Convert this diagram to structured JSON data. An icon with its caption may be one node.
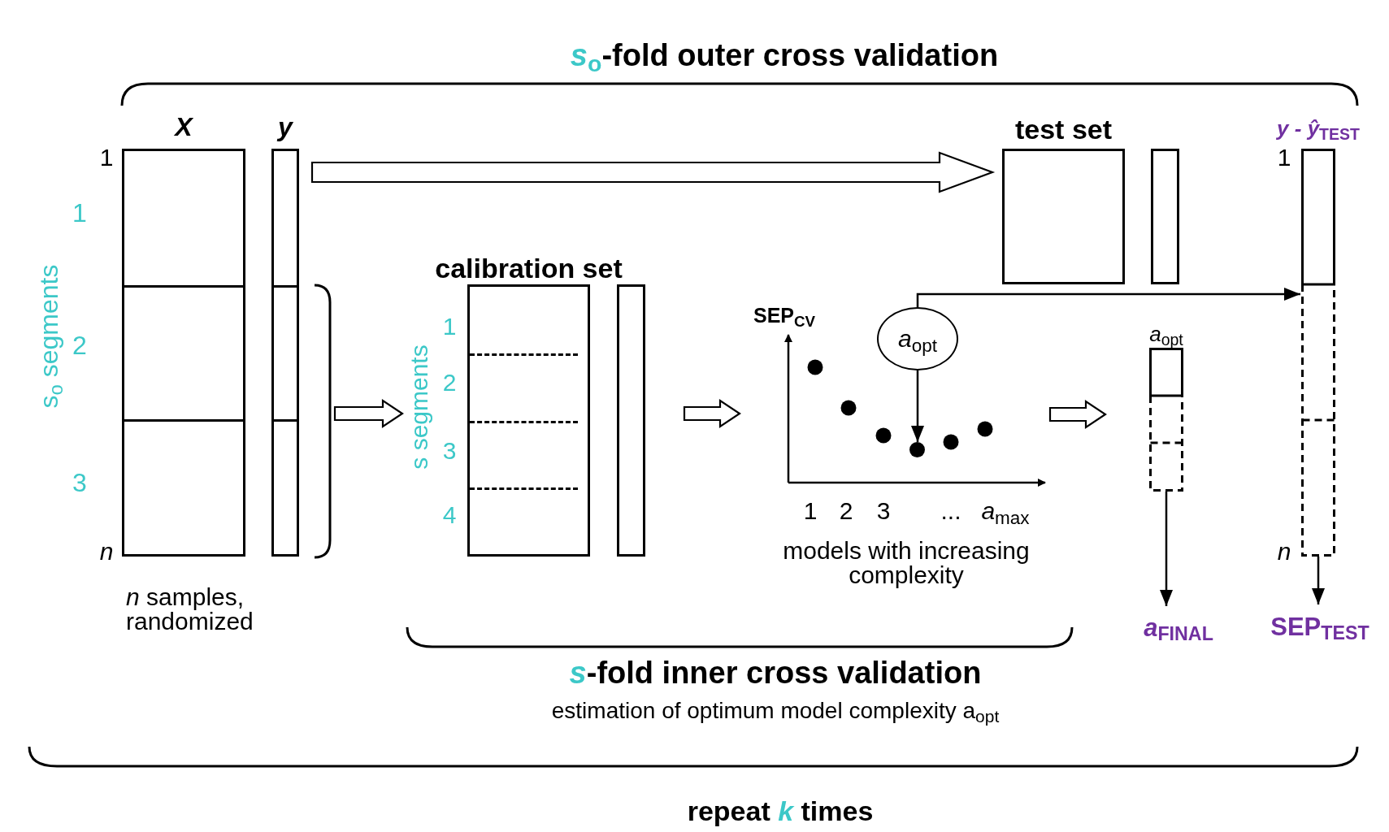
{
  "diagram": {
    "title": "*s*$_{o}$-fold outer cross validation",
    "nodes": [
      {
        "text": [
          "X"
        ]
      },
      {
        "text": [
          "y"
        ]
      },
      {
        "text": [
          "calibration set"
        ]
      },
      {
        "text": [],
        "shape": "box"
      },
      {
        "text": [
          "test set"
        ]
      },
      {
        "text": [],
        "shape": "box"
      },
      {
        "text": [
          "SEP$_{CV}$"
        ]
      },
      {
        "text": [
          "*a*$_{opt}$"
        ],
        "in": 6
      },
      {
        "text": [],
        "shape": "circle",
        "in": 6
      },
      {
        "text": [
          "*a*$_{opt}$"
        ]
      },
      {
        "text": [
          "*a*$_{FINAL}$"
        ]
      },
      {
        "text": [
          "*y - ŷ*$_{TEST}$"
        ]
      },
      {
        "text": [
          "SEP$_{TEST}$"
        ]
      }
    ],
    "edges": [
      {
        "from": 1,
        "to": 4,
        "arrow": "to",
        "style": "thick"
      },
      {
        "from": 1,
        "to": 2,
        "arrow": "to",
        "style": "thick"
      },
      {
        "from": 3,
        "to": 6,
        "arrow": "to",
        "style": "thick"
      },
      {
        "from": 6,
        "to": 9,
        "arrow": "to",
        "style": "thick"
      },
      {
        "from": 7,
        "to": 11,
        "arrow": "to"
      },
      {
        "from": 7,
        "to": 8,
        "arrow": "to"
      },
      {
        "from": 9,
        "to": 10,
        "arrow": "to"
      },
      {
        "from": 11,
        "to": 12,
        "arrow": "to"
      }
    ],
    "labels": [
      "1",
      "1",
      "2",
      "3",
      "s$_{o}$ segments",
      "n",
      "*n* samples, randomized",
      "1",
      "2",
      "3",
      "4",
      "s segments",
      "1",
      "2",
      "3",
      "...",
      "*a*$_{max}$",
      "models with increasing complexity",
      "1",
      "n",
      "*s*-fold inner cross validation",
      "estimation of optimum model complexity a$_{opt}$",
      "repeat *k* times"
    ]
  }
}
